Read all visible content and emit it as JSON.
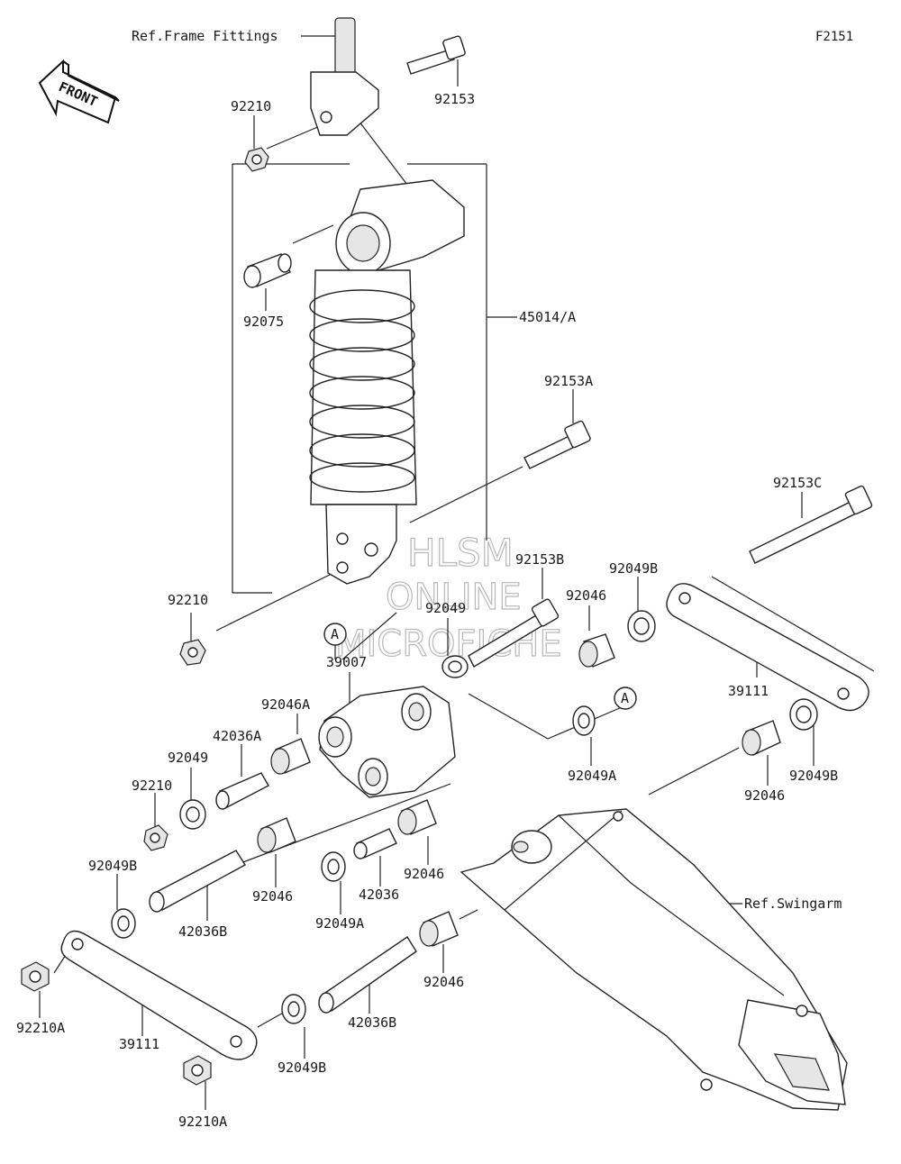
{
  "figure_id": "F2151",
  "front_label": "FRONT",
  "watermark": {
    "line1": "HLSM",
    "line2": "ONLINE",
    "line3": "MICROFICHE"
  },
  "refs": {
    "frame_fittings": "Ref.Frame Fittings",
    "swingarm": "Ref.Swingarm"
  },
  "callout_a": "A",
  "labels": {
    "p92153": "92153",
    "p92210_top": "92210",
    "p92075": "92075",
    "p45014a": "45014/A",
    "p92153a": "92153A",
    "p92153c": "92153C",
    "p92210_mid": "92210",
    "p92153b": "92153B",
    "p92049b_top": "92049B",
    "p92049_mid": "92049",
    "p92046_mid": "92046",
    "p39007": "39007",
    "p39111_right": "39111",
    "p92046a": "92046A",
    "p42036a": "42036A",
    "p92049_left": "92049",
    "p92210_left": "92210",
    "p92049a_right": "92049A",
    "p92046_right": "92046",
    "p92049b_right": "92049B",
    "p92049b_left": "92049B",
    "p92046_c1": "92046",
    "p92046_c2": "92046",
    "p42036": "42036",
    "p42036b_left": "42036B",
    "p92049a_low": "92049A",
    "p92046_low": "92046",
    "p42036b_low": "42036B",
    "p92210a_left": "92210A",
    "p39111_left": "39111",
    "p92049b_low": "92049B",
    "p92210a_low": "92210A"
  }
}
